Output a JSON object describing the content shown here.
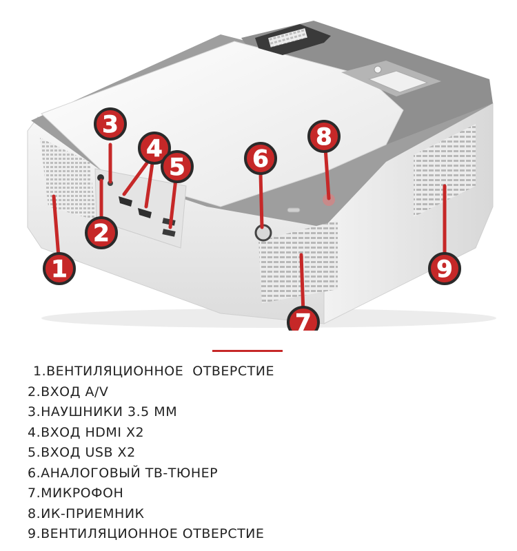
{
  "colors": {
    "accent": "#c62828",
    "badge_fill": "#c62828",
    "badge_ring": "#2a2a2a",
    "body_white": "#f4f4f4",
    "body_grey": "#9c9c9c"
  },
  "callouts": [
    {
      "number": "1"
    },
    {
      "number": "2"
    },
    {
      "number": "3"
    },
    {
      "number": "4"
    },
    {
      "number": "5"
    },
    {
      "number": "6"
    },
    {
      "number": "7"
    },
    {
      "number": "8"
    },
    {
      "number": "9"
    }
  ],
  "legend": [
    "1.ВЕНТИЛЯЦИОННОЕ  ОТВЕРСТИЕ",
    "2.ВХОД A/V",
    "3.НАУШНИКИ 3.5 ММ",
    "4.ВХОД HDMI X2",
    "5.ВХОД USB X2",
    "6.АНАЛОГОВЫЙ ТВ-ТЮНЕР",
    "7.МИКРОФОН",
    "8.ИК-ПРИЕМНИК",
    "9.ВЕНТИЛЯЦИОННОЕ ОТВЕРСТИЕ"
  ]
}
